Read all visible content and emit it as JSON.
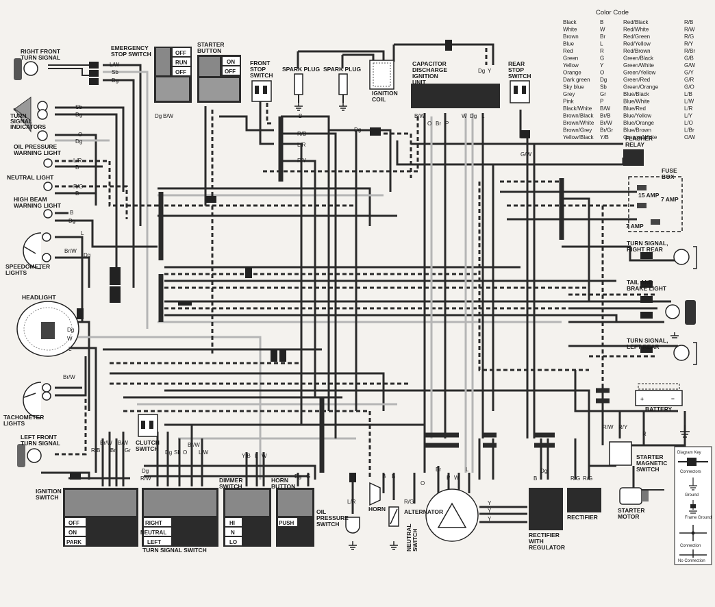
{
  "components": {
    "right_front_turn_signal": [
      "RIGHT FRONT",
      "TURN SIGNAL"
    ],
    "emergency_stop_switch": [
      "EMERGENCY",
      "STOP SWITCH"
    ],
    "starter_button": [
      "STARTER",
      "BUTTON"
    ],
    "front_stop_switch": [
      "FRONT",
      "STOP",
      "SWITCH"
    ],
    "spark_plug_1": "SPARK PLUG",
    "spark_plug_2": "SPARK PLUG",
    "ignition_coil": [
      "IGNITION",
      "COIL"
    ],
    "cdi_unit": [
      "CAPACITOR",
      "DISCHARGE",
      "IGNITION",
      "UNIT"
    ],
    "rear_stop_switch": [
      "REAR",
      "STOP",
      "SWITCH"
    ],
    "turn_signal_indicators": [
      "TURN",
      "SIGNAL",
      "INDICATORS"
    ],
    "oil_pressure_warning_light": [
      "OIL PRESSURE",
      "WARNING LIGHT"
    ],
    "neutral_light": "NEUTRAL LIGHT",
    "high_beam_warning_light": [
      "HIGH BEAM",
      "WARNING LIGHT"
    ],
    "speedometer_lights": [
      "SPEEDOMETER",
      "LIGHTS"
    ],
    "headlight": "HEADLIGHT",
    "tachometer_lights": [
      "TACHOMETER",
      "LIGHTS"
    ],
    "left_front_turn_signal": [
      "LEFT FRONT",
      "TURN SIGNAL"
    ],
    "ignition_switch": [
      "IGNITION",
      "SWITCH"
    ],
    "clutch_switch": [
      "CLUTCH",
      "SWITCH"
    ],
    "turn_signal_switch": "TURN SIGNAL  SWITCH",
    "dimmer_switch": [
      "DIMMER",
      "SWITCH"
    ],
    "horn_button": [
      "HORN",
      "BUTTON"
    ],
    "oil_pressure_switch": [
      "OIL",
      "PRESSURE",
      "SWITCH"
    ],
    "horn": "HORN",
    "neutral_switch": [
      "NEUTRAL",
      "SWITCH"
    ],
    "alternator": "ALTERNATOR",
    "rectifier_with_regulator": [
      "RECTIFIER",
      "WITH",
      "REGULATOR"
    ],
    "rectifier": "RECTIFIER",
    "starter_motor": [
      "STARTER",
      "MOTOR"
    ],
    "starter_magnetic_switch": [
      "STARTER",
      "MAGNETIC",
      "SWITCH"
    ],
    "battery": "BATTERY",
    "flasher_relay": [
      "FLASHER",
      "RELAY"
    ],
    "fuse_box": [
      "FUSE",
      "BOX"
    ],
    "fuse_15": "15 AMP",
    "fuse_7a": "7 AMP",
    "fuse_7b": "7 AMP",
    "turn_signal_right_rear": [
      "TURN SIGNAL,",
      "RIGHT REAR"
    ],
    "tail_brake_light": [
      "TAIL AND",
      "BRAKE LIGHT"
    ],
    "turn_signal_left_rear": [
      "TURN SIGNAL,",
      "LEFT REAR"
    ]
  },
  "switch_positions": {
    "emergency_stop": [
      "OFF",
      "RUN",
      "OFF"
    ],
    "starter_button": [
      "ON",
      "OFF"
    ],
    "ignition": [
      "OFF",
      "ON",
      "PARK"
    ],
    "turn_signal": [
      "RIGHT",
      "NEUTRAL",
      "LEFT"
    ],
    "dimmer": [
      "HI",
      "N",
      "LO"
    ],
    "horn": [
      "PUSH"
    ]
  },
  "battery_polarity": [
    "+",
    "−"
  ],
  "wire_labels": {
    "rfts_lw": "L/W",
    "rfts_sb": "Sb",
    "rfts_dg": "Dg",
    "tsi_sb": "Sb",
    "tsi_dg": "Dg",
    "op_o": "O",
    "op_dg": "Dg",
    "lr_l": "L/R",
    "nl_b": "B",
    "nl_rg": "R/G",
    "nl_b2": "B",
    "hb_b": "B",
    "hb_dg": "Dg",
    "speedo_l": "L",
    "speedo_brw": "Br/W",
    "speedo_dg": "Dg",
    "hl_dg": "Dg",
    "hl_w": "W",
    "hl_l": "L",
    "tach_brw": "Br/W",
    "es_dg": "Dg",
    "es_bw": "B/W",
    "bus_b": "B",
    "bus_rb": "R/B",
    "bus_lr": "L/R",
    "bus_ry": "R/Y",
    "cdi_dg": "Dg",
    "cdi_y": "Y",
    "cdi_bw": "B/W",
    "cdi_o": "O",
    "cdi_br": "Br",
    "cdi_p": "P",
    "cdi_w": "W",
    "cdi_dg2": "Dg",
    "cdi_l": "L",
    "rs_gw": "G/W",
    "dg_top": "Dg",
    "ig_r": "R",
    "ig_b": "B",
    "ig_brw": "Br/W",
    "ig_br": "Br",
    "ig_bw": "B/W",
    "ig_gr": "Gr",
    "ts_dg": "Dg",
    "ts_rw": "R/W",
    "ts_dg2": "Dg",
    "ts_sb": "Sb",
    "ts_o": "O",
    "ts_brw": "Br/W",
    "ts_lw": "L/W",
    "dim_yb": "Y/B",
    "dim_l": "L",
    "dim_w": "W",
    "hb_dg2": "Dg",
    "hb_g": "G",
    "ops_lr": "L/R",
    "horn_b1": "B",
    "horn_b2": "B",
    "ns_rg": "R/G",
    "alt_o": "O",
    "alt_br": "Br",
    "alt_p": "P",
    "alt_w": "W",
    "alt_l": "L",
    "alt_y1": "Y",
    "alt_y2": "Y",
    "alt_y3": "Y",
    "rr_b": "B",
    "rr_dg": "Dg",
    "rect_rg1": "R/G",
    "rect_rg2": "R/G",
    "sms_rw": "R/W",
    "sms_ry": "R/Y",
    "sms_r": "R"
  },
  "color_code": {
    "title": "Color Code",
    "left": [
      [
        "Black",
        "B"
      ],
      [
        "White",
        "W"
      ],
      [
        "Brown",
        "Br"
      ],
      [
        "Blue",
        "L"
      ],
      [
        "Red",
        "R"
      ],
      [
        "Green",
        "G"
      ],
      [
        "Yellow",
        "Y"
      ],
      [
        "Orange",
        "O"
      ],
      [
        "Dark green",
        "Dg"
      ],
      [
        "Sky blue",
        "Sb"
      ],
      [
        "Grey",
        "Gr"
      ],
      [
        "Pink",
        "P"
      ],
      [
        "Black/White",
        "B/W"
      ],
      [
        "Brown/Black",
        "Br/B"
      ],
      [
        "Brown/White",
        "Br/W"
      ],
      [
        "Brown/Grey",
        "Br/Gr"
      ],
      [
        "Yellow/Black",
        "Y/B"
      ]
    ],
    "right": [
      [
        "Red/Black",
        "R/B"
      ],
      [
        "Red/White",
        "R/W"
      ],
      [
        "Red/Green",
        "R/G"
      ],
      [
        "Red/Yellow",
        "R/Y"
      ],
      [
        "Red/Brown",
        "R/Br"
      ],
      [
        "Green/Black",
        "G/B"
      ],
      [
        "Green/White",
        "G/W"
      ],
      [
        "Green/Yellow",
        "G/Y"
      ],
      [
        "Green/Red",
        "G/R"
      ],
      [
        "Green/Orange",
        "G/O"
      ],
      [
        "Blue/Black",
        "L/B"
      ],
      [
        "Blue/White",
        "L/W"
      ],
      [
        "Blue/Red",
        "L/R"
      ],
      [
        "Blue/Yellow",
        "L/Y"
      ],
      [
        "Blue/Orange",
        "L/O"
      ],
      [
        "Blue/Brown",
        "L/Br"
      ],
      [
        "Orange/White",
        "O/W"
      ]
    ]
  },
  "diagram_key": {
    "title": "Diagram Key",
    "items": [
      "Connectors",
      "Ground",
      "Frame Ground",
      "Connection",
      "No Connection"
    ]
  }
}
